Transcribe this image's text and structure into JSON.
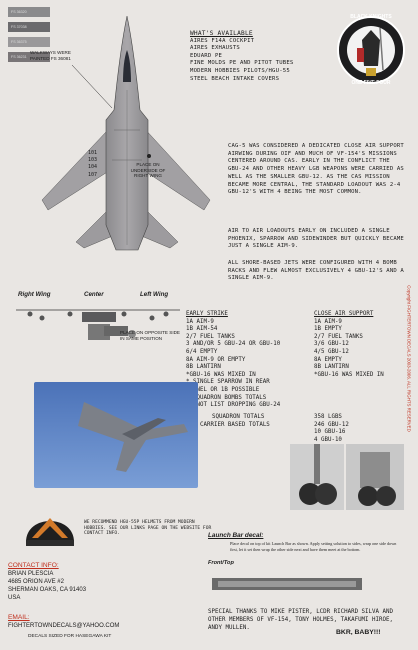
{
  "chips": [
    {
      "label": "FS 36320",
      "color": "#8a8a8c"
    },
    {
      "label": "FS 37038",
      "color": "#6b6a6d"
    },
    {
      "label": "FS 36375",
      "color": "#9a989a"
    },
    {
      "label": "FS 36231",
      "color": "#797577"
    }
  ],
  "available": {
    "heading": "What's available",
    "items": [
      "Aires F14A cockpit",
      "Aires Exhausts",
      "Eduard PE",
      "Fine Molds PE and Pitot Tubes",
      "Modern Hobbies Pilots/HGU-55",
      "Steel Beach Intake Covers"
    ]
  },
  "badge": {
    "top_text": "Black Knights",
    "bottom_text": "One Five Four"
  },
  "notes": {
    "walkways": "Walkways were painted FS 36081",
    "place_on_underside": "Place on underside of right wing",
    "place_on_opposite": "Place on opposite side in same position"
  },
  "codes": [
    "101",
    "103",
    "104",
    "107"
  ],
  "paragraphs": [
    "CAG-5 was considered a dedicated close air support airwing during OIF and much of VF-154's missions centered around CAS. Early in the conflict the GBU-24 and other heavy LGB weapons were carried as well as the smaller GBU-12. As the CAS mission became more central, the standard loadout was 2-4 GBU-12's with 4 being the most common.",
    "Air to air loadouts early on included a single Phoenix, Sparrow and Sidewinder but quickly became just a single AIM-9.",
    "All shore-based jets were configured with 4 bomb racks and flew almost exclusively 4 GBU-12's and a single AIM-9."
  ],
  "wing_labels": {
    "right": "Right Wing",
    "center": "Center",
    "left": "Left Wing"
  },
  "early_strike": {
    "heading": "Early Strike",
    "lines": [
      "1A AIM-9",
      "1B AIM-54",
      "2/7 Fuel Tanks",
      "3 AND/OR 5 GBU-24 or GBU-10",
      "6/4 EMPTY",
      "8A AIM-9 or EMPTY",
      "8B LANTIRN",
      "*GBU-16 was mixed in",
      "* Single Sparrow in rear",
      "tunnel or 1B possible",
      "* Squadron bombs totals",
      "do not list dropping GBU-24"
    ]
  },
  "close_air": {
    "heading": "Close Air Support",
    "lines": [
      "1A AIM-9",
      "1B EMPTY",
      "2/7 Fuel Tanks",
      "3/6 GBU-12",
      "4/5 GBU-12",
      "8A EMPTY",
      "8B LANTIRN",
      "*GBU-16 was mixed in"
    ]
  },
  "totals": {
    "squadron_label": "Squadron totals",
    "carrier_label": "Carrier based totals",
    "values": [
      "358 LGBs",
      "246 GBU-12",
      "10 GBU-16",
      "4 GBU-10"
    ]
  },
  "helmet_note": "We recommend HGU-55P helmets from Modern Hobbies. See our links page on the website for contact info.",
  "contact": {
    "heading": "Contact Info:",
    "lines": [
      "Brian Plescia",
      "4685 Orion Ave #2",
      "Sherman Oaks, CA 91403",
      "USA"
    ],
    "email_heading": "Email:",
    "email": "fightertowndecals@yahoo.com",
    "sized": "Decals sized for Hasegawa kit"
  },
  "launch_bar": {
    "heading": "Launch Bar decal:",
    "text": "Place decal on top of kit Launch Bar as shown. Apply setting solution to sides, wrap one side down first, let it set then wrap the other side next and have them meet at the bottom.",
    "front_top": "Front/Top"
  },
  "thanks": "Special thanks to Mike Pister, LCDR Richard Silva and other members of VF-154, Tony Holmes, Takafumi Hiroe, Andy Mullen.",
  "sign_off": "BKR, Baby!!!",
  "copyright": "Copyright FIGHTERTOWN DECALS 2003-2006. ALL RIGHTS RESERVED"
}
